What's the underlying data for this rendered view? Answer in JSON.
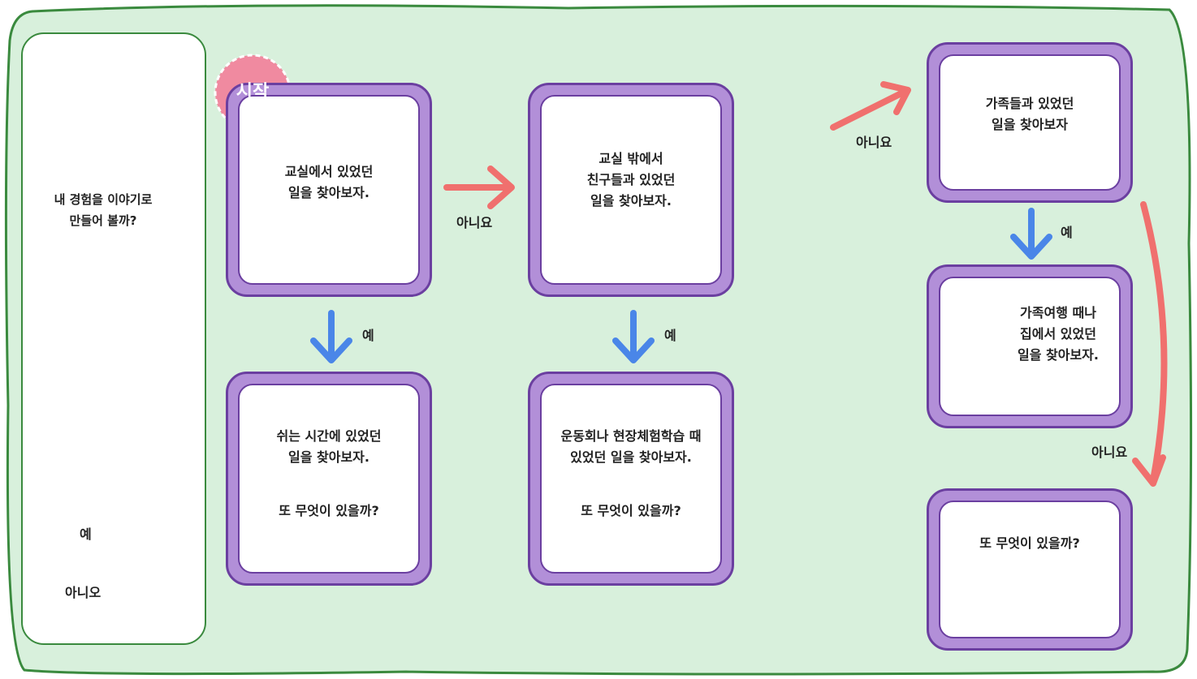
{
  "speech": {
    "line1": "내 경험을 이야기로",
    "line2": "만들어 볼까?"
  },
  "start_badge": "시작",
  "legend": {
    "yes": "예",
    "no": "아니오"
  },
  "cards": {
    "classroom": {
      "line1": "교실에서 있었던",
      "line2": "일을 찾아보자."
    },
    "outside_class": {
      "line1": "교실 밖에서",
      "line2": "친구들과 있었던",
      "line3": "일을 찾아보자."
    },
    "family": {
      "line1": "가족들과 있었던",
      "line2": "일을 찾아보자"
    },
    "break_time": {
      "line1": "쉬는 시간에 있었던",
      "line2": "일을 찾아보자.",
      "line3": "또 무엇이 있을까?"
    },
    "sports_day": {
      "line1": "운동회나 현장체험학습 때",
      "line2": "있었던 일을 찾아보자.",
      "line3": "또 무엇이 있을까?"
    },
    "family_trip": {
      "line1": "가족여행 때나",
      "line2": "집에서 있었던",
      "line3": "일을 찾아보자."
    },
    "anything_else": {
      "line1": "또 무엇이 있을까?"
    }
  },
  "arrow_labels": {
    "c1_c2": "아니요",
    "c2_c3": "아니요",
    "c3_c6": "아니요",
    "c1_c4": "예",
    "c2_c5": "예",
    "c3_c6_yes": "예"
  },
  "colors": {
    "yes_arrow": "#4a86e8",
    "no_arrow": "#f0706e",
    "card_border": "#6b3fa0",
    "card_fill": "#b28fd8",
    "background": "#d8f0dc"
  }
}
